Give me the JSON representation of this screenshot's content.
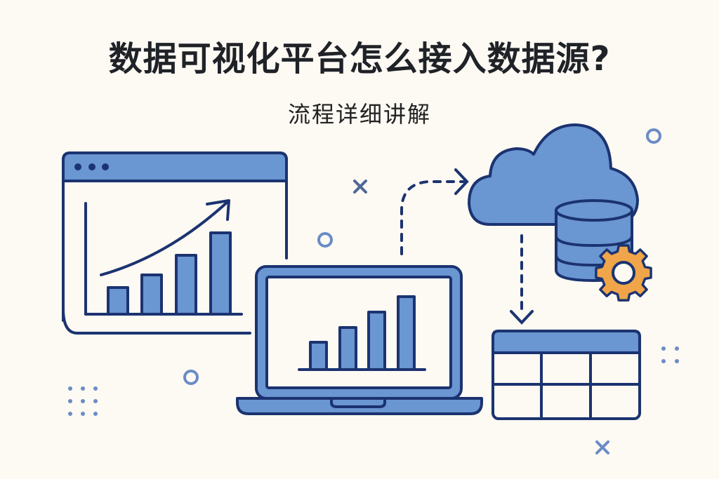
{
  "header": {
    "title": "数据可视化平台怎么接入数据源?",
    "subtitle": "流程详细讲解"
  },
  "colors": {
    "background": "#fdf9f3",
    "outline": "#1b3370",
    "fill_blue": "#6a96d2",
    "accent_orange": "#f0a54a",
    "decor_blue": "#6a8cc6",
    "text": "#1f2227"
  },
  "illustrations": {
    "browser_window": {
      "icon": "browser-chart-icon",
      "dots": 3,
      "bars": 4,
      "trend": "up-arrow"
    },
    "laptop": {
      "icon": "laptop-chart-icon",
      "bars": 4
    },
    "cloud_database": {
      "icon": "cloud-database-icon",
      "gear": "gear-icon"
    },
    "table": {
      "icon": "table-icon",
      "rows": 2,
      "columns": 3
    },
    "flow": [
      "laptop",
      "cloud_database",
      "table"
    ]
  }
}
